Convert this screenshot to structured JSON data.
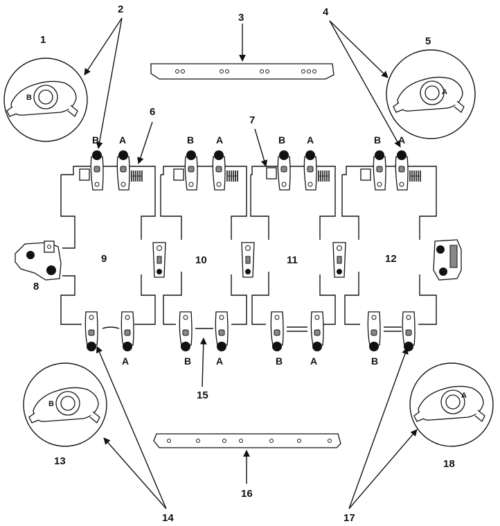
{
  "callouts": {
    "c1": "1",
    "c2": "2",
    "c3": "3",
    "c4": "4",
    "c5": "5",
    "c6": "6",
    "c7": "7",
    "c8": "8",
    "c9": "9",
    "c10": "10",
    "c11": "11",
    "c12": "12",
    "c13": "13",
    "c14": "14",
    "c15": "15",
    "c16": "16",
    "c17": "17",
    "c18": "18"
  },
  "arm_letters": {
    "top": [
      "B",
      "A",
      "B",
      "A",
      "B",
      "A",
      "B",
      "A"
    ],
    "bottom": [
      "A",
      "B",
      "A",
      "B",
      "A",
      "B"
    ]
  },
  "inset_letters": {
    "inset1": "B",
    "inset5": "A",
    "inset13": "B",
    "inset18": "A"
  }
}
